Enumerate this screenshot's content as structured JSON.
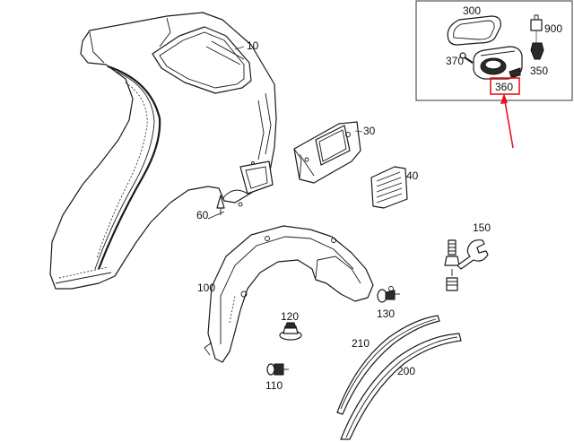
{
  "parts": {
    "p10": "10",
    "p30": "30",
    "p40": "40",
    "p60": "60",
    "p100": "100",
    "p110": "110",
    "p120": "120",
    "p130": "130",
    "p150": "150",
    "p200": "200",
    "p210": "210",
    "p300": "300",
    "p350": "350",
    "p360": "360",
    "p370": "370",
    "p900": "900"
  },
  "highlight": {
    "part": "360",
    "color": "#e8141c"
  }
}
